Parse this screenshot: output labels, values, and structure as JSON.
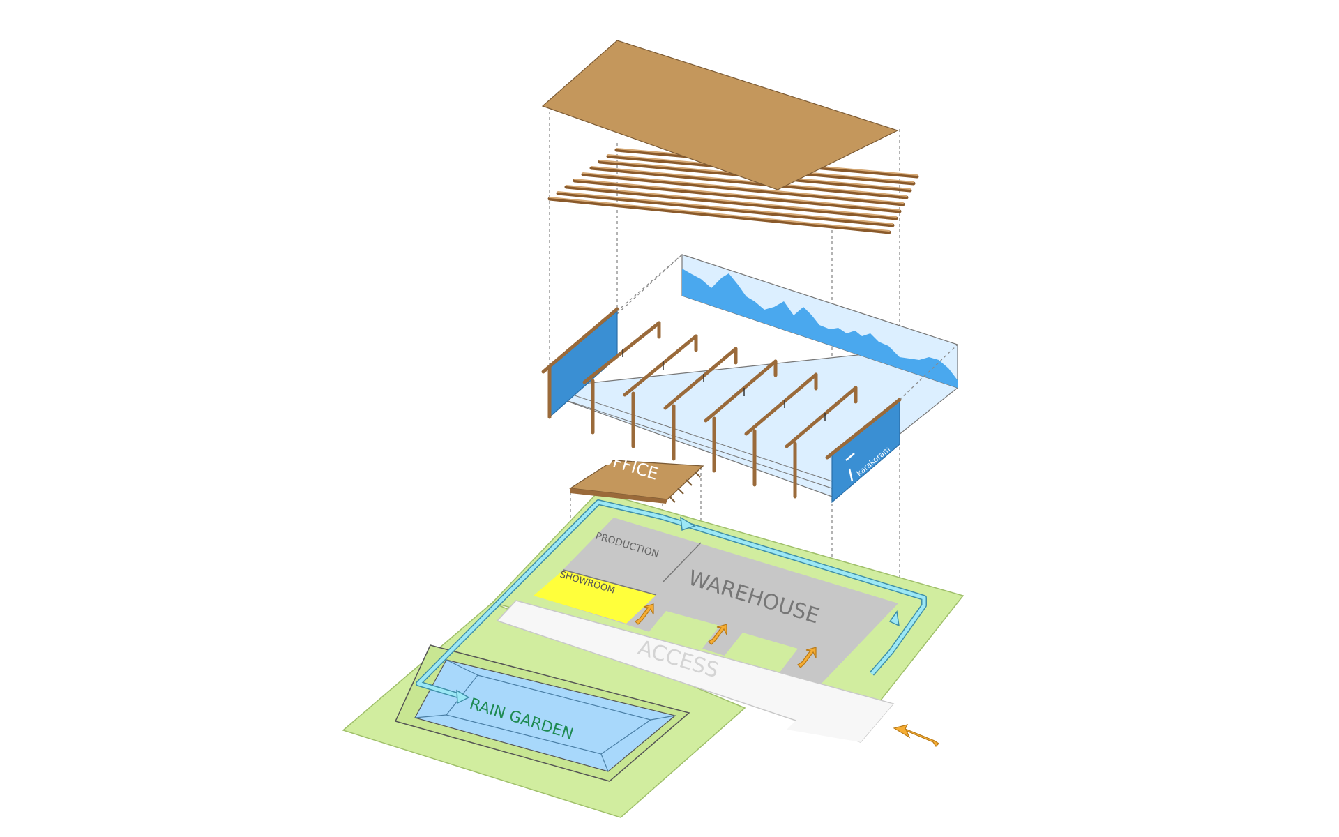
{
  "labels": {
    "office": "OFFICE",
    "production": "PRODUCTION",
    "showroom": "SHOWROOM",
    "warehouse": "WAREHOUSE",
    "access": "ACCESS",
    "rain_garden": "RAIN GARDEN",
    "brand": "karakoram"
  },
  "colors": {
    "roof": "#c4975c",
    "timber": "#9a6a3a",
    "glass": "#dcefff",
    "blue_panel": "#3a8fd3",
    "mountain": "#4aa8ee",
    "lawn": "#d1ed9f",
    "building_floor": "#c7c7c7",
    "showroom": "#ffff3b",
    "access": "#f7f7f7",
    "rain_garden": "#a8d8fb",
    "label_green": "#1e8a52",
    "water_path": "#9ce8f5",
    "arrow": "#f6ad33"
  }
}
